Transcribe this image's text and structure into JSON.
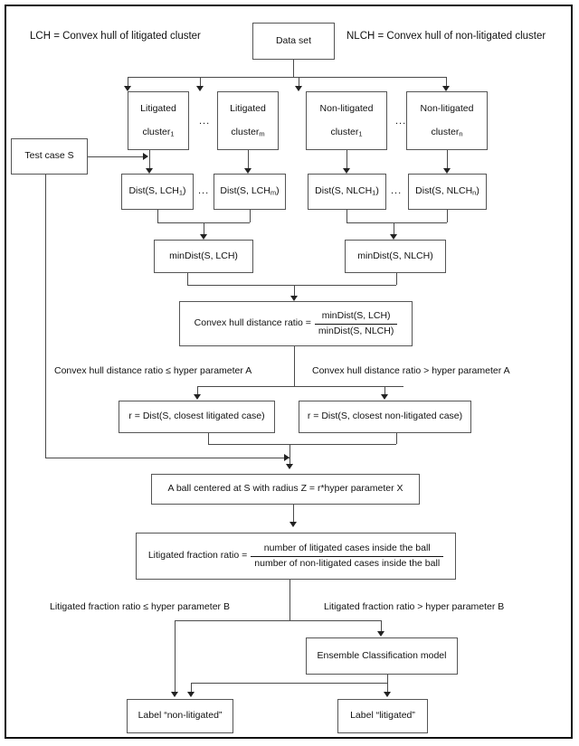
{
  "diagram": {
    "title_legend_left": "LCH = Convex hull of litigated cluster",
    "title_legend_right": "NLCH = Convex hull of non-litigated cluster",
    "ellipsis": "...",
    "nodes": {
      "data_set": "Data set",
      "test_case": "Test case S",
      "lit_cluster_1_line1": "Litigated",
      "lit_cluster_1_line2": "cluster",
      "lit_cluster_1_sub": "1",
      "lit_cluster_m_line1": "Litigated",
      "lit_cluster_m_line2": "cluster",
      "lit_cluster_m_sub": "m",
      "nonlit_cluster_1_line1": "Non-litigated",
      "nonlit_cluster_1_line2": "cluster",
      "nonlit_cluster_1_sub": "1",
      "nonlit_cluster_n_line1": "Non-litigated",
      "nonlit_cluster_n_line2": "cluster",
      "nonlit_cluster_n_sub": "n",
      "dist_lch_1": "Dist(S, LCH",
      "dist_lch_1_sub": "1",
      "dist_lch_1_end": ")",
      "dist_lch_m": "Dist(S, LCH",
      "dist_lch_m_sub": "m",
      "dist_lch_m_end": ")",
      "dist_nlch_1": "Dist(S, NLCH",
      "dist_nlch_1_sub": "1",
      "dist_nlch_1_end": ")",
      "dist_nlch_n": "Dist(S, NLCH",
      "dist_nlch_n_sub": "n",
      "dist_nlch_n_end": ")",
      "mindist_lch": "minDist(S, LCH)",
      "mindist_nlch": "minDist(S, NLCH)",
      "convex_ratio_label": "Convex hull distance ratio =",
      "convex_ratio_numerator": "minDist(S, LCH)",
      "convex_ratio_denominator": "minDist(S, NLCH)",
      "r_litigated": "r = Dist(S, closest litigated case)",
      "r_nonlitigated": "r = Dist(S, closest non-litigated case)",
      "ball": "A ball centered at S with radius Z = r*hyper parameter X",
      "fraction_ratio_label": "Litigated fraction ratio =",
      "fraction_ratio_numerator": "number of litigated cases inside the ball",
      "fraction_ratio_denominator": "number of non-litigated cases inside the ball",
      "ensemble": "Ensemble Classification model",
      "label_nonlitigated": "Label “non-litigated”",
      "label_litigated": "Label “litigated”"
    },
    "branch_labels": {
      "conv_le": "Convex hull distance ratio ≤ hyper parameter A",
      "conv_gt": "Convex hull distance ratio > hyper parameter A",
      "frac_le": "Litigated fraction ratio ≤ hyper parameter B",
      "frac_gt": "Litigated fraction ratio > hyper parameter B"
    },
    "colors": {
      "frame": "#111111",
      "node_border": "#555555",
      "connector": "#4a4a4a",
      "text": "#111111",
      "background": "#ffffff"
    }
  }
}
